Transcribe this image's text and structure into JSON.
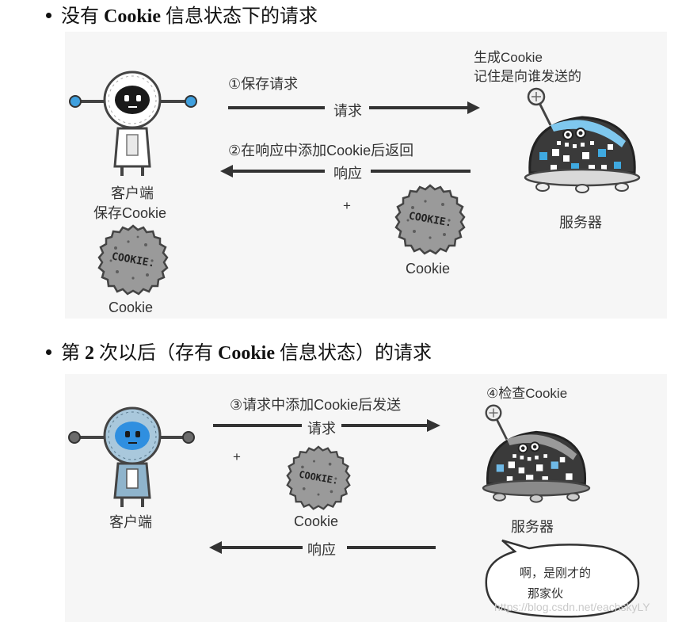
{
  "section1": {
    "title_pre": "没有 ",
    "title_bold": "Cookie",
    "title_post": " 信息状态下的请求",
    "step1": "①保存请求",
    "request": "请求",
    "step2": "②在响应中添加Cookie后返回",
    "response": "响应",
    "server_note_line1": "生成Cookie",
    "server_note_line2": "记住是向谁发送的",
    "client_label": "客户端",
    "client_note": "保存Cookie",
    "plus": "+",
    "cookie_label_client": "Cookie",
    "cookie_label_response": "Cookie",
    "server_label": "服务器"
  },
  "section2": {
    "title_pre": "第 ",
    "title_bold1": "2",
    "title_mid": " 次以后（存有 ",
    "title_bold2": "Cookie",
    "title_post": " 信息状态）的请求",
    "step3": "③请求中添加Cookie后发送",
    "request": "请求",
    "step4": "④检查Cookie",
    "response": "响应",
    "plus": "+",
    "cookie_label": "Cookie",
    "client_label": "客户端",
    "server_label": "服务器",
    "bubble_line1": "啊，是刚才的",
    "bubble_line2": "那家伙"
  },
  "cookie_text": "COOKIE.",
  "watermark": "https://blog.csdn.net/eachskyLY",
  "colors": {
    "arrow": "#333333",
    "robot_blue": "#4a9bd6",
    "cookie_gray": "#9a9a9a",
    "server_cyan": "#3fa9e0"
  }
}
